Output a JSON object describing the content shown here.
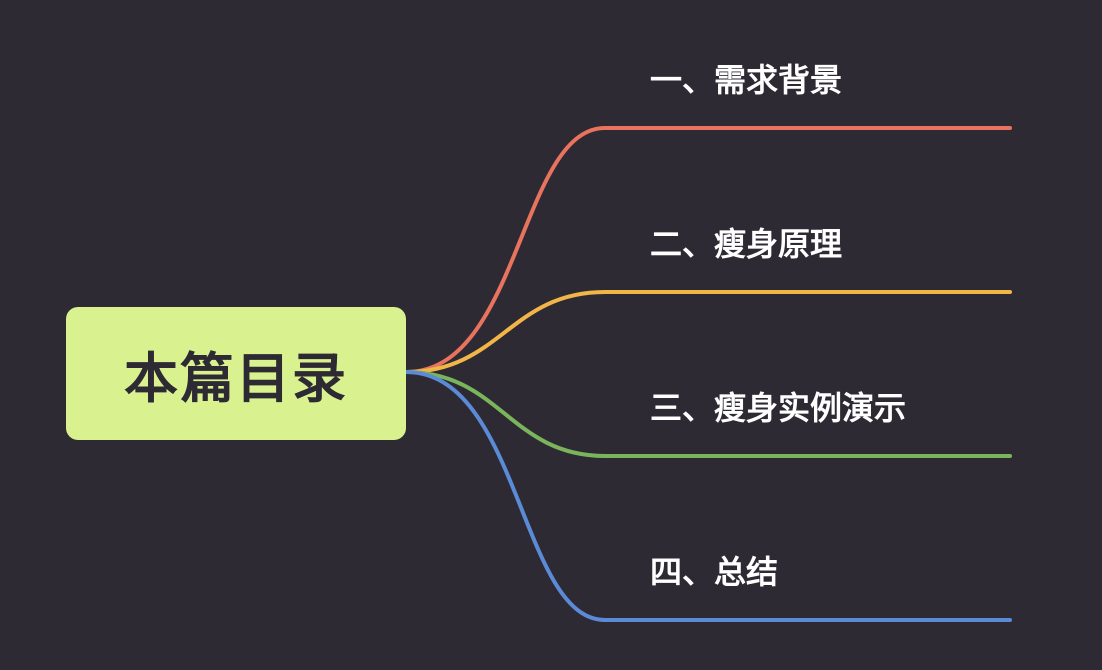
{
  "root": {
    "label": "本篇目录",
    "color": "#d9f28f"
  },
  "branches": [
    {
      "label": "一、需求背景",
      "color": "#e8735f"
    },
    {
      "label": "二、瘦身原理",
      "color": "#f2b548"
    },
    {
      "label": "三、瘦身实例演示",
      "color": "#7ab55c"
    },
    {
      "label": "四、总结",
      "color": "#5b8ad6"
    }
  ],
  "background": "#2d2a33"
}
